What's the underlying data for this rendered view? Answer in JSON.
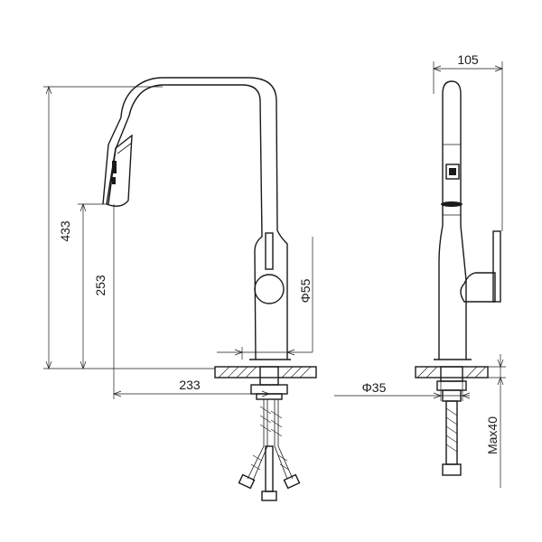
{
  "dimensions": {
    "overall_height": "433",
    "spout_height": "253",
    "reach": "233",
    "base_diameter": "Φ55",
    "side_width": "105",
    "hole_diameter": "Φ35",
    "max_deck_thickness": "Max40"
  }
}
